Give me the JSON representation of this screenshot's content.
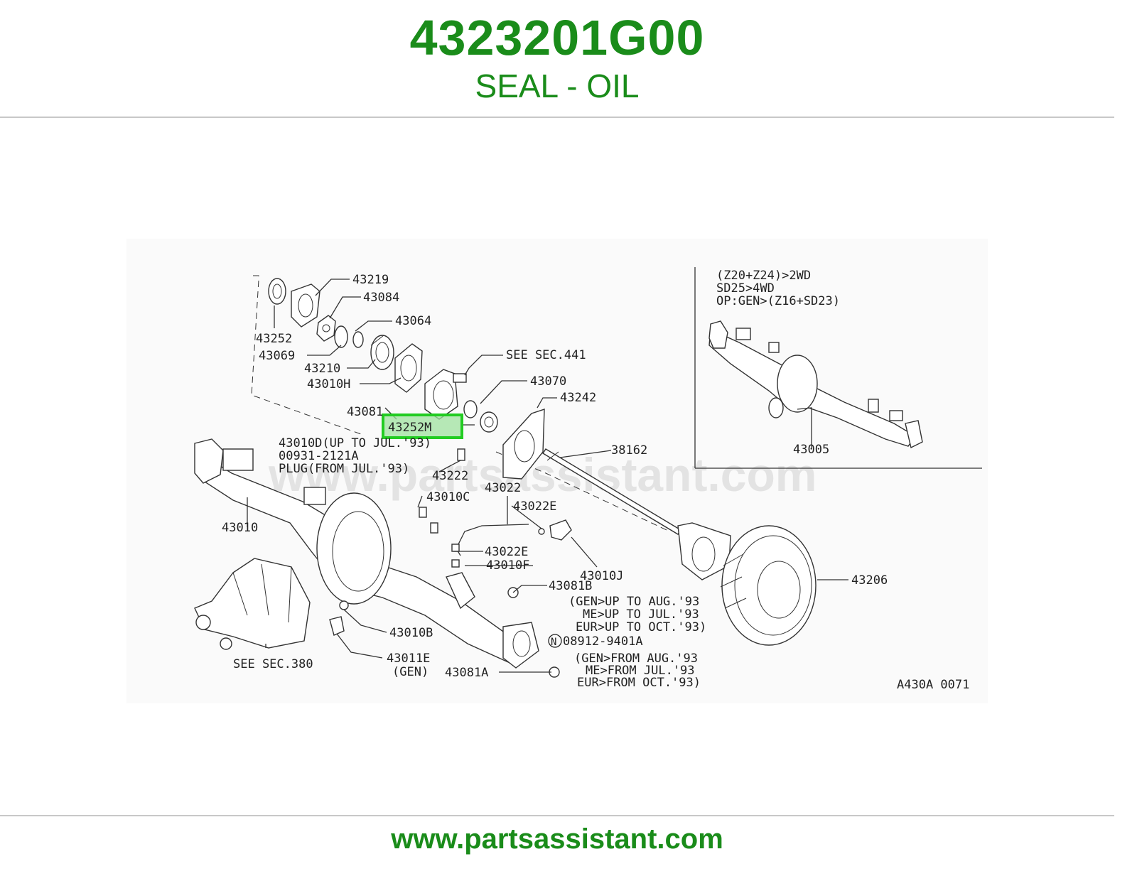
{
  "header": {
    "part_number": "4323201G00",
    "part_name": "SEAL - OIL"
  },
  "footer": {
    "url": "www.partsassistant.com"
  },
  "diagram": {
    "watermark": "www.partsassistant.com",
    "diagram_code": "A430A 0071",
    "highlight_color": "#22cc22",
    "brand_color": "#1a8c1a",
    "inset": {
      "line1": "(Z20+Z24)>2WD",
      "line2": "SD25>4WD",
      "line3": "OP:GEN>(Z16+SD23)",
      "part": "43005"
    },
    "callouts": {
      "c43219": "43219",
      "c43084": "43084",
      "c43064": "43064",
      "c43252": "43252",
      "c43069": "43069",
      "c43210": "43210",
      "c43010H": "43010H",
      "cSEE441": "SEE SEC.441",
      "c43070": "43070",
      "c43242": "43242",
      "c43081": "43081",
      "c43252M": "43252M",
      "c43010D": "43010D(UP TO JUL.'93)",
      "c00931": "00931-2121A",
      "cPLUG": "PLUG(FROM JUL.'93)",
      "c43222": "43222",
      "c43022": "43022",
      "c43010C": "43010C",
      "c43022E": "43022E",
      "c38162": "38162",
      "c43010": "43010",
      "c43022E2": "43022E",
      "c43010F": "43010F",
      "c43010J": "43010J",
      "c43081B": "43081B",
      "c43206": "43206",
      "n1": "(GEN>UP TO AUG.'93",
      "n2": "ME>UP TO JUL.'93",
      "n3": "EUR>UP TO OCT.'93)",
      "cN": "N",
      "c08912": "08912-9401A",
      "n4": "(GEN>FROM AUG.'93",
      "n5": "ME>FROM JUL.'93",
      "n6": "EUR>FROM OCT.'93)",
      "c43010B": "43010B",
      "c43011E": "43011E",
      "cGEN": "(GEN)",
      "c43081A": "43081A",
      "cSEE380": "SEE SEC.380"
    }
  }
}
